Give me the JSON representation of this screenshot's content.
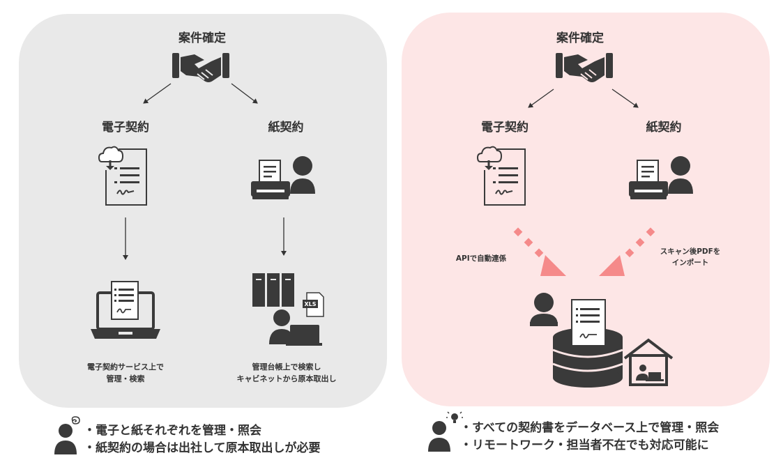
{
  "left_panel": {
    "top_label": "案件確定",
    "electronic_label": "電子契約",
    "paper_label": "紙契約",
    "electronic_note": [
      "電子契約サービス上で",
      "管理・検索"
    ],
    "paper_note": [
      "管理台帳上で検索し",
      "キャビネットから原本取出し"
    ],
    "xls_label": "XLS"
  },
  "right_panel": {
    "top_label": "案件確定",
    "electronic_label": "電子契約",
    "paper_label": "紙契約",
    "api_label": "APIで自動連係",
    "scan_label": [
      "スキャン後PDFを",
      "インポート"
    ]
  },
  "bottom_left": {
    "lines": [
      "・電子と紙それぞれを管理・照会",
      "・紙契約の場合は出社して原本取出しが必要"
    ]
  },
  "bottom_right": {
    "lines": [
      "・すべての契約書をデータベース上で管理・照会",
      "・リモートワーク・担当者不在でも対応可能に"
    ]
  },
  "colors": {
    "left_bg": "#e9e9e9",
    "right_bg": "#fde6e6",
    "icon": "#3a3a3a",
    "accent_arrow": "#f58a8a"
  },
  "icons": [
    "handshake-icon",
    "cloud-download-document-icon",
    "scanner-person-icon",
    "laptop-document-icon",
    "cabinet-xls-person-icon",
    "database-document-icon",
    "home-worker-icon",
    "confused-person-icon",
    "idea-person-icon"
  ]
}
